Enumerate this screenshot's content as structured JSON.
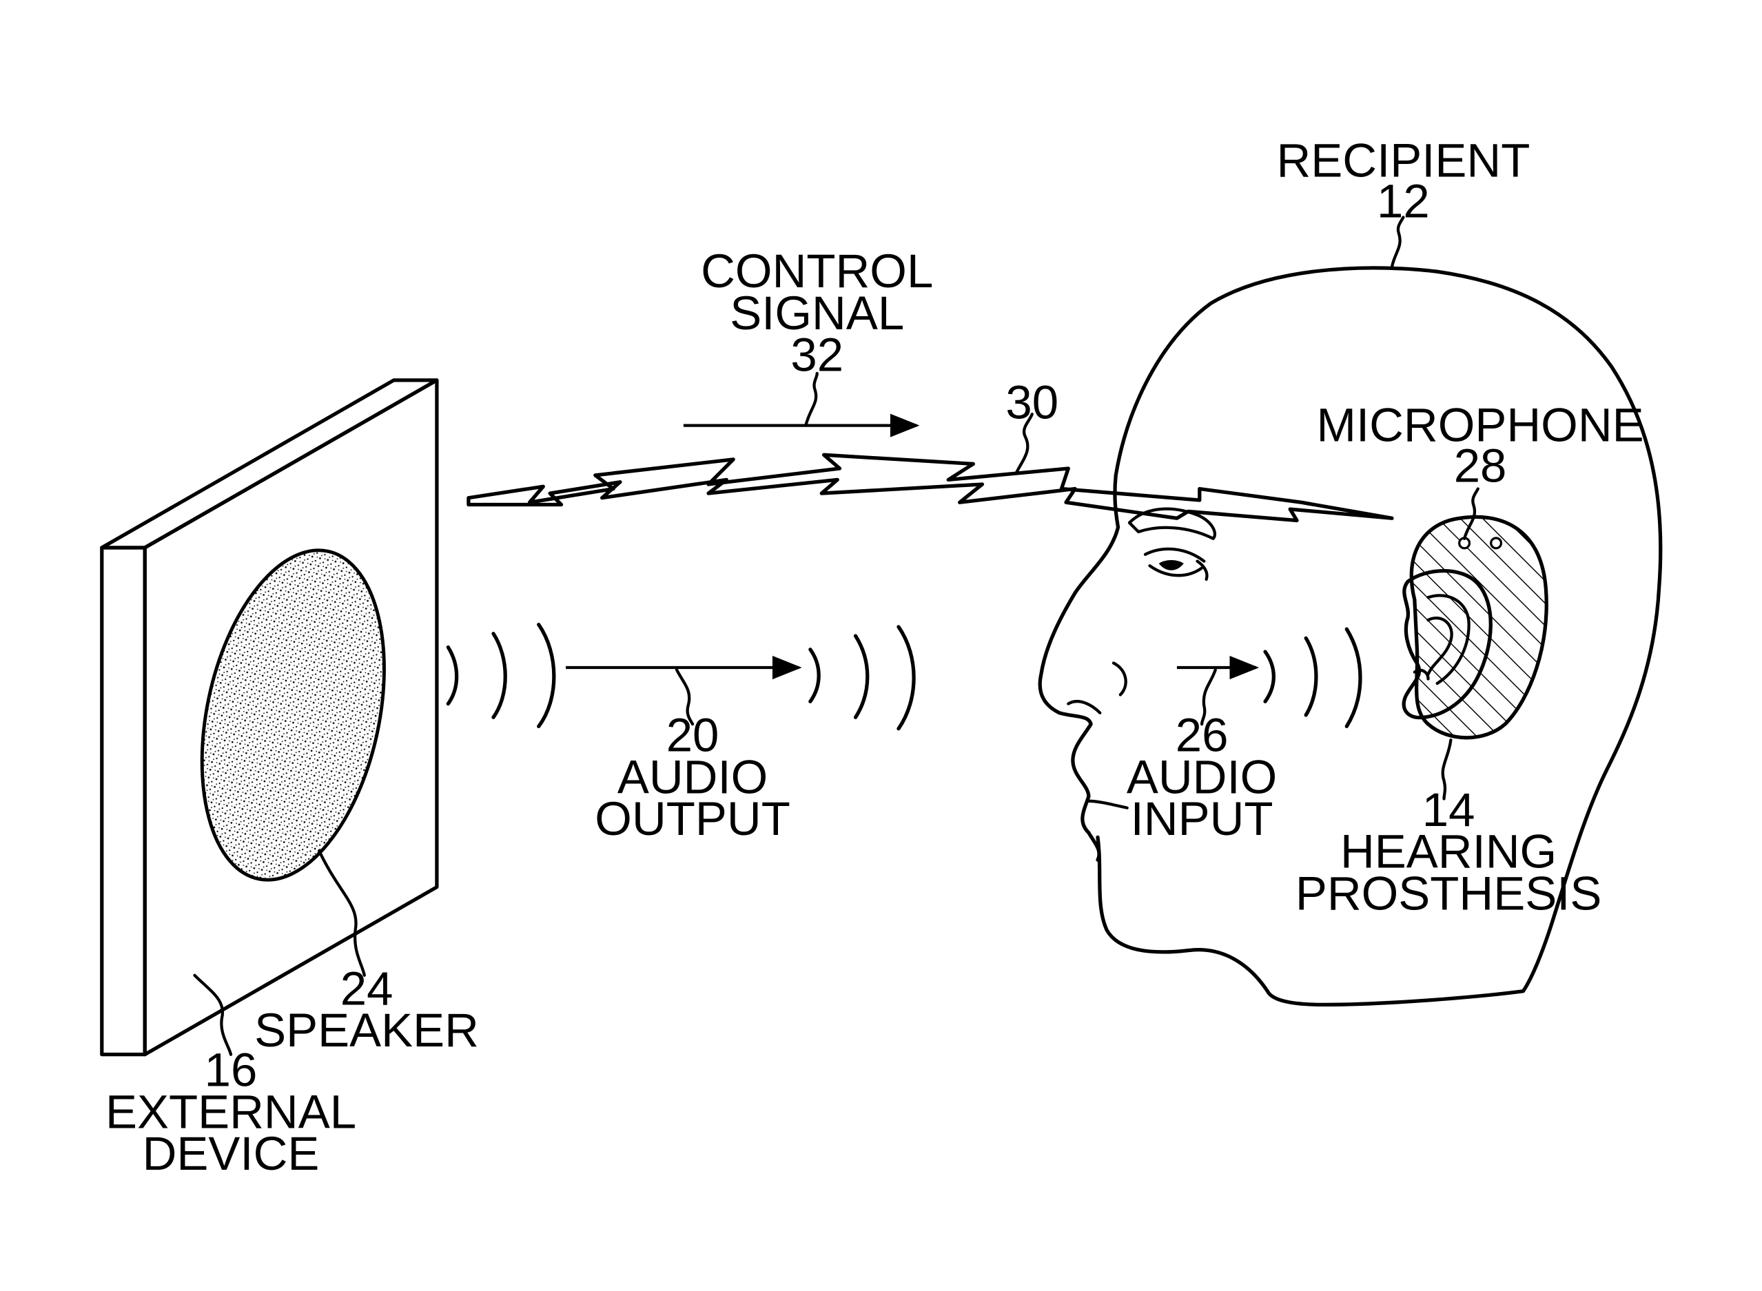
{
  "diagram": {
    "labels": {
      "recipient": [
        "RECIPIENT",
        "12"
      ],
      "control_signal": [
        "CONTROL",
        "SIGNAL",
        "32"
      ],
      "link": [
        "30"
      ],
      "microphone": [
        "MICROPHONE",
        "28"
      ],
      "audio_output": [
        "20",
        "AUDIO",
        "OUTPUT"
      ],
      "audio_input": [
        "26",
        "AUDIO",
        "INPUT"
      ],
      "hearing_prosthesis": [
        "14",
        "HEARING",
        "PROSTHESIS"
      ],
      "speaker": [
        "24",
        "SPEAKER"
      ],
      "external_device": [
        "16",
        "EXTERNAL",
        "DEVICE"
      ]
    }
  }
}
